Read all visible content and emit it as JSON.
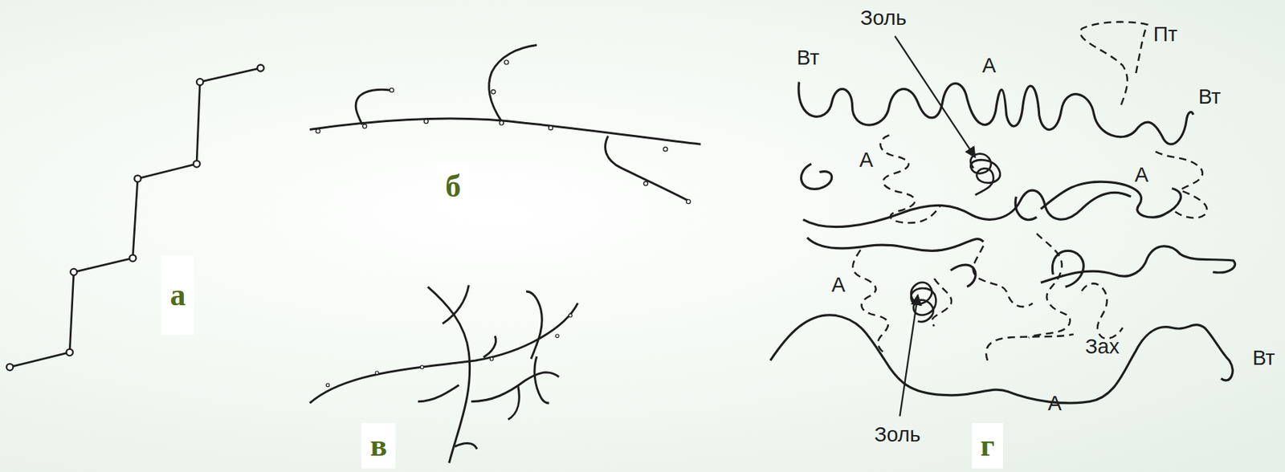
{
  "diagram": {
    "labels": [
      "а",
      "б",
      "в",
      "Вт",
      "Золь",
      "А",
      "Пт",
      "Вт",
      "А",
      "А",
      "А",
      "Зах",
      "Вт",
      "А",
      "Золь",
      "г"
    ]
  }
}
